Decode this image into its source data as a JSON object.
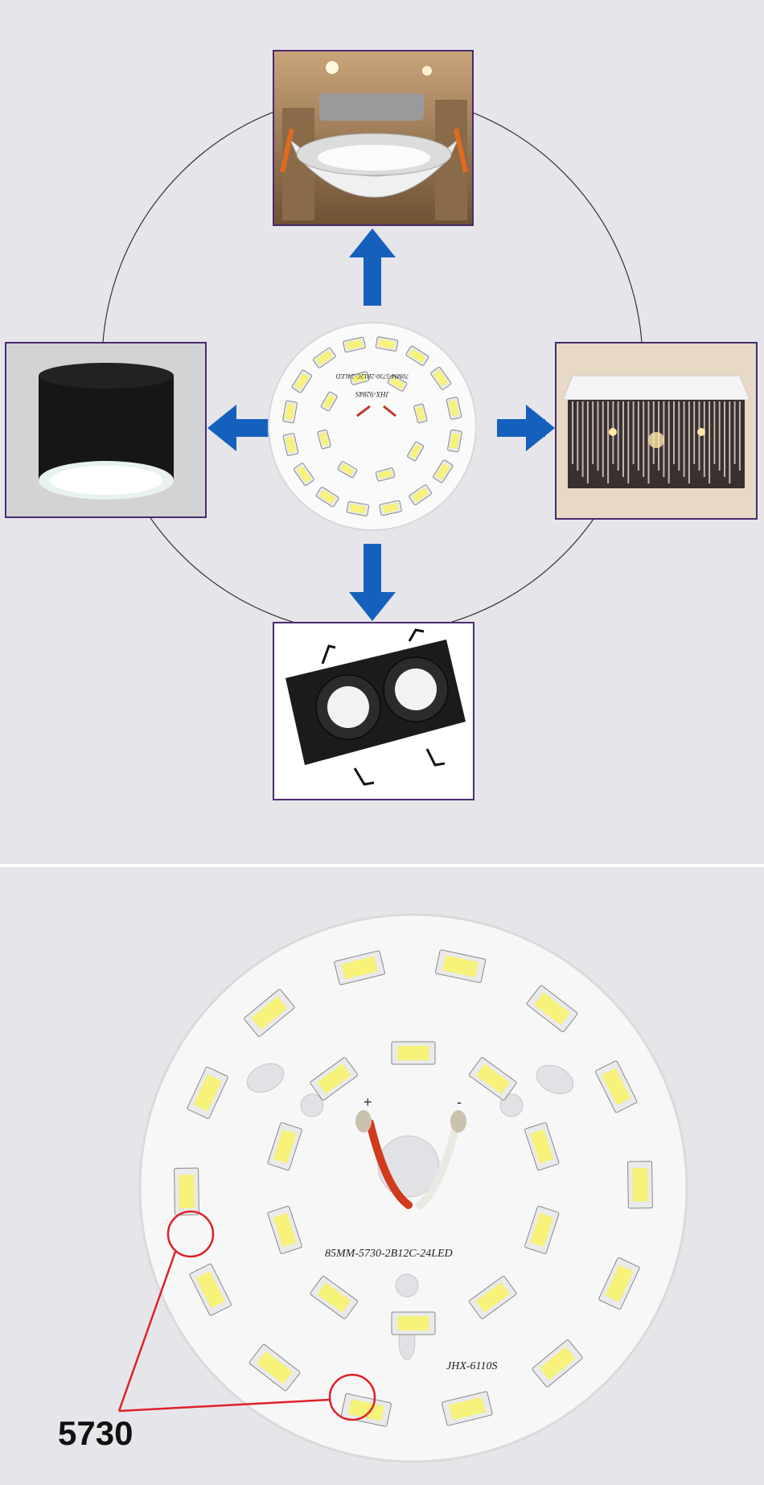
{
  "top_panel": {
    "center_board_label_1": "JHX-9284S",
    "center_board_label_2": "70MM-5730-2B12C-24LED"
  },
  "bottom_panel": {
    "board_label": "85MM-5730-2B12C-24LED",
    "board_code": "JHX-6110S",
    "plus_sign": "+",
    "minus_sign": "-",
    "led_type_caption": "5730"
  },
  "colors": {
    "arrow": "#1560bd",
    "frame_border": "#4a2a6e",
    "callout": "#e0202a"
  }
}
